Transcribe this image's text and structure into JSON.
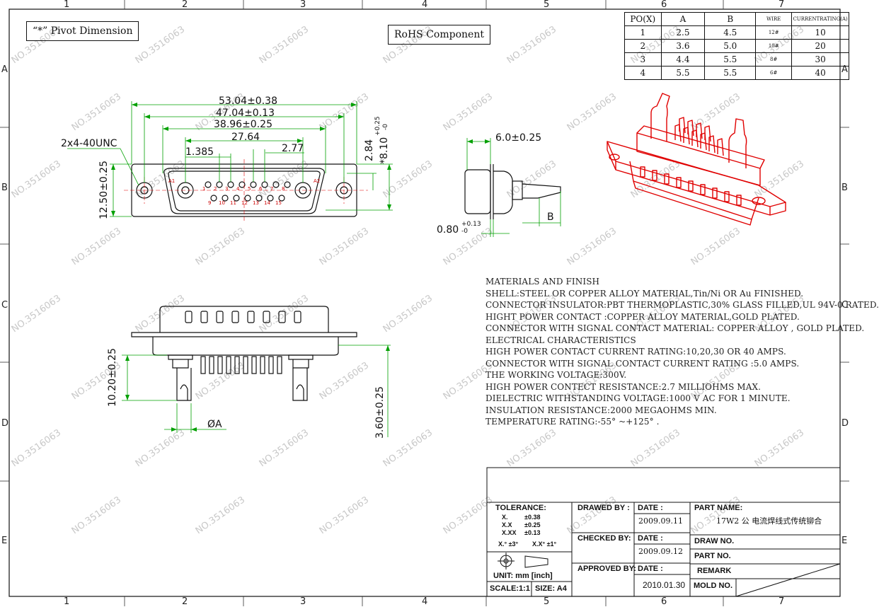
{
  "labels": {
    "pivot": "“*” Pivot Dimension",
    "rohs": "RoHS  Component"
  },
  "zones": {
    "columns": [
      "1",
      "2",
      "3",
      "4",
      "5",
      "6",
      "7"
    ],
    "rows": [
      "A",
      "B",
      "C",
      "D",
      "E"
    ]
  },
  "po_table": {
    "headers": [
      "PO(X)",
      "A",
      "B",
      "WIRE",
      "CURRENTRATING(A)"
    ],
    "rows": [
      [
        "1",
        "2.5",
        "4.5",
        "12#",
        "10"
      ],
      [
        "2",
        "3.6",
        "5.0",
        "10#",
        "20"
      ],
      [
        "3",
        "4.4",
        "5.5",
        "8#",
        "30"
      ],
      [
        "4",
        "5.5",
        "5.5",
        "6#",
        "40"
      ]
    ]
  },
  "dimensions": {
    "d1": "53.04±0.38",
    "d2": "47.04±0.13",
    "d3": "38.96±0.25",
    "d4": "27.64",
    "d5": "1.385",
    "d6": "2.77",
    "d7": "2x4-40UNC",
    "d8": "12.50±0.25",
    "d9": "2.84",
    "d10": "*8.10",
    "d10_upper": "+0.25",
    "d10_lower": "-0",
    "d11": "6.0±0.25",
    "d12": "0.80",
    "d12_upper": "+0.13",
    "d12_lower": "-0",
    "d13": "B",
    "d14": "10.20±0.25",
    "d15": "3.60±0.25",
    "d16": "ØA"
  },
  "pin_labels": {
    "a1": "A1",
    "a2": "A2",
    "top": [
      "1",
      "2",
      "3",
      "4",
      "5",
      "6",
      "7",
      "8"
    ],
    "bottom": [
      "9",
      "10",
      "11",
      "12",
      "13",
      "14",
      "15"
    ]
  },
  "notes": [
    "MATERIALS AND  FINISH",
    "SHELL:STEEL OR COPPER ALLOY MATERIAL,Tin/Ni OR Au FINISHED.",
    "CONNECTOR INSULATOR:PBT THERMOPLASTIC,30% GLASS FILLED,UL 94V-0 RATED.",
    "HIGHT POWER CONTACT :COPPER ALLOY MATERIAL,GOLD PLATED.",
    "CONNECTOR WITH SIGNAL CONTACT MATERIAL: COPPER ALLOY , GOLD PLATED.",
    "ELECTRICAL CHARACTERISTICS",
    "HIGH POWER CONTACT CURRENT RATING:10,20,30 OR 40 AMPS.",
    "CONNECTOR WITH SIGNAL CONTACT CURRENT RATING :5.0 AMPS.",
    "THE WORKING VOLTAGE:300V.",
    "HIGH POWER CONTECT RESISTANCE:2.7 MILLIOHMS MAX.",
    "DIELECTRIC WITHSTANDING VOLTAGE:1000 V AC FOR 1 MINUTE.",
    "INSULATION RESISTANCE:2000 MEGAOHMS MIN.",
    "TEMPERATURE RATING:-55° ~+125° ."
  ],
  "title_block": {
    "tolerance_label": "TOLERANCE:",
    "tol_x": "X.",
    "tol_x_val": "±0.38",
    "tol_xx": "X.X",
    "tol_xx_val": "±0.25",
    "tol_xxx": "X.XX",
    "tol_xxx_val": "±0.13",
    "ang1": "X.° ±3°",
    "ang2": "X.X° ±1°",
    "unit": "UNIT: mm  [inch]",
    "scale": "SCALE:1:1",
    "size": "SIZE: A4",
    "drawn_by": "DRAWED BY :",
    "checked_by": "CHECKED BY:",
    "approved_by": "APPROVED BY:",
    "date_label": "DATE :",
    "date1": "2009.09.11",
    "date2": "2009.09.12",
    "date3": "2010.01.30",
    "part_name_label": "PART NAME:",
    "part_name": "17W2 公 电流焊线式传统铆合",
    "draw_no": "DRAW NO.",
    "part_no": "PART NO.",
    "remark": "REMARK",
    "mold_no": "MOLD NO."
  },
  "watermark": "NO.3516063",
  "colors": {
    "dim_green": "#00a000",
    "outline": "#111111",
    "iso_red": "#e00000",
    "watermark": "#c8c8c8"
  }
}
